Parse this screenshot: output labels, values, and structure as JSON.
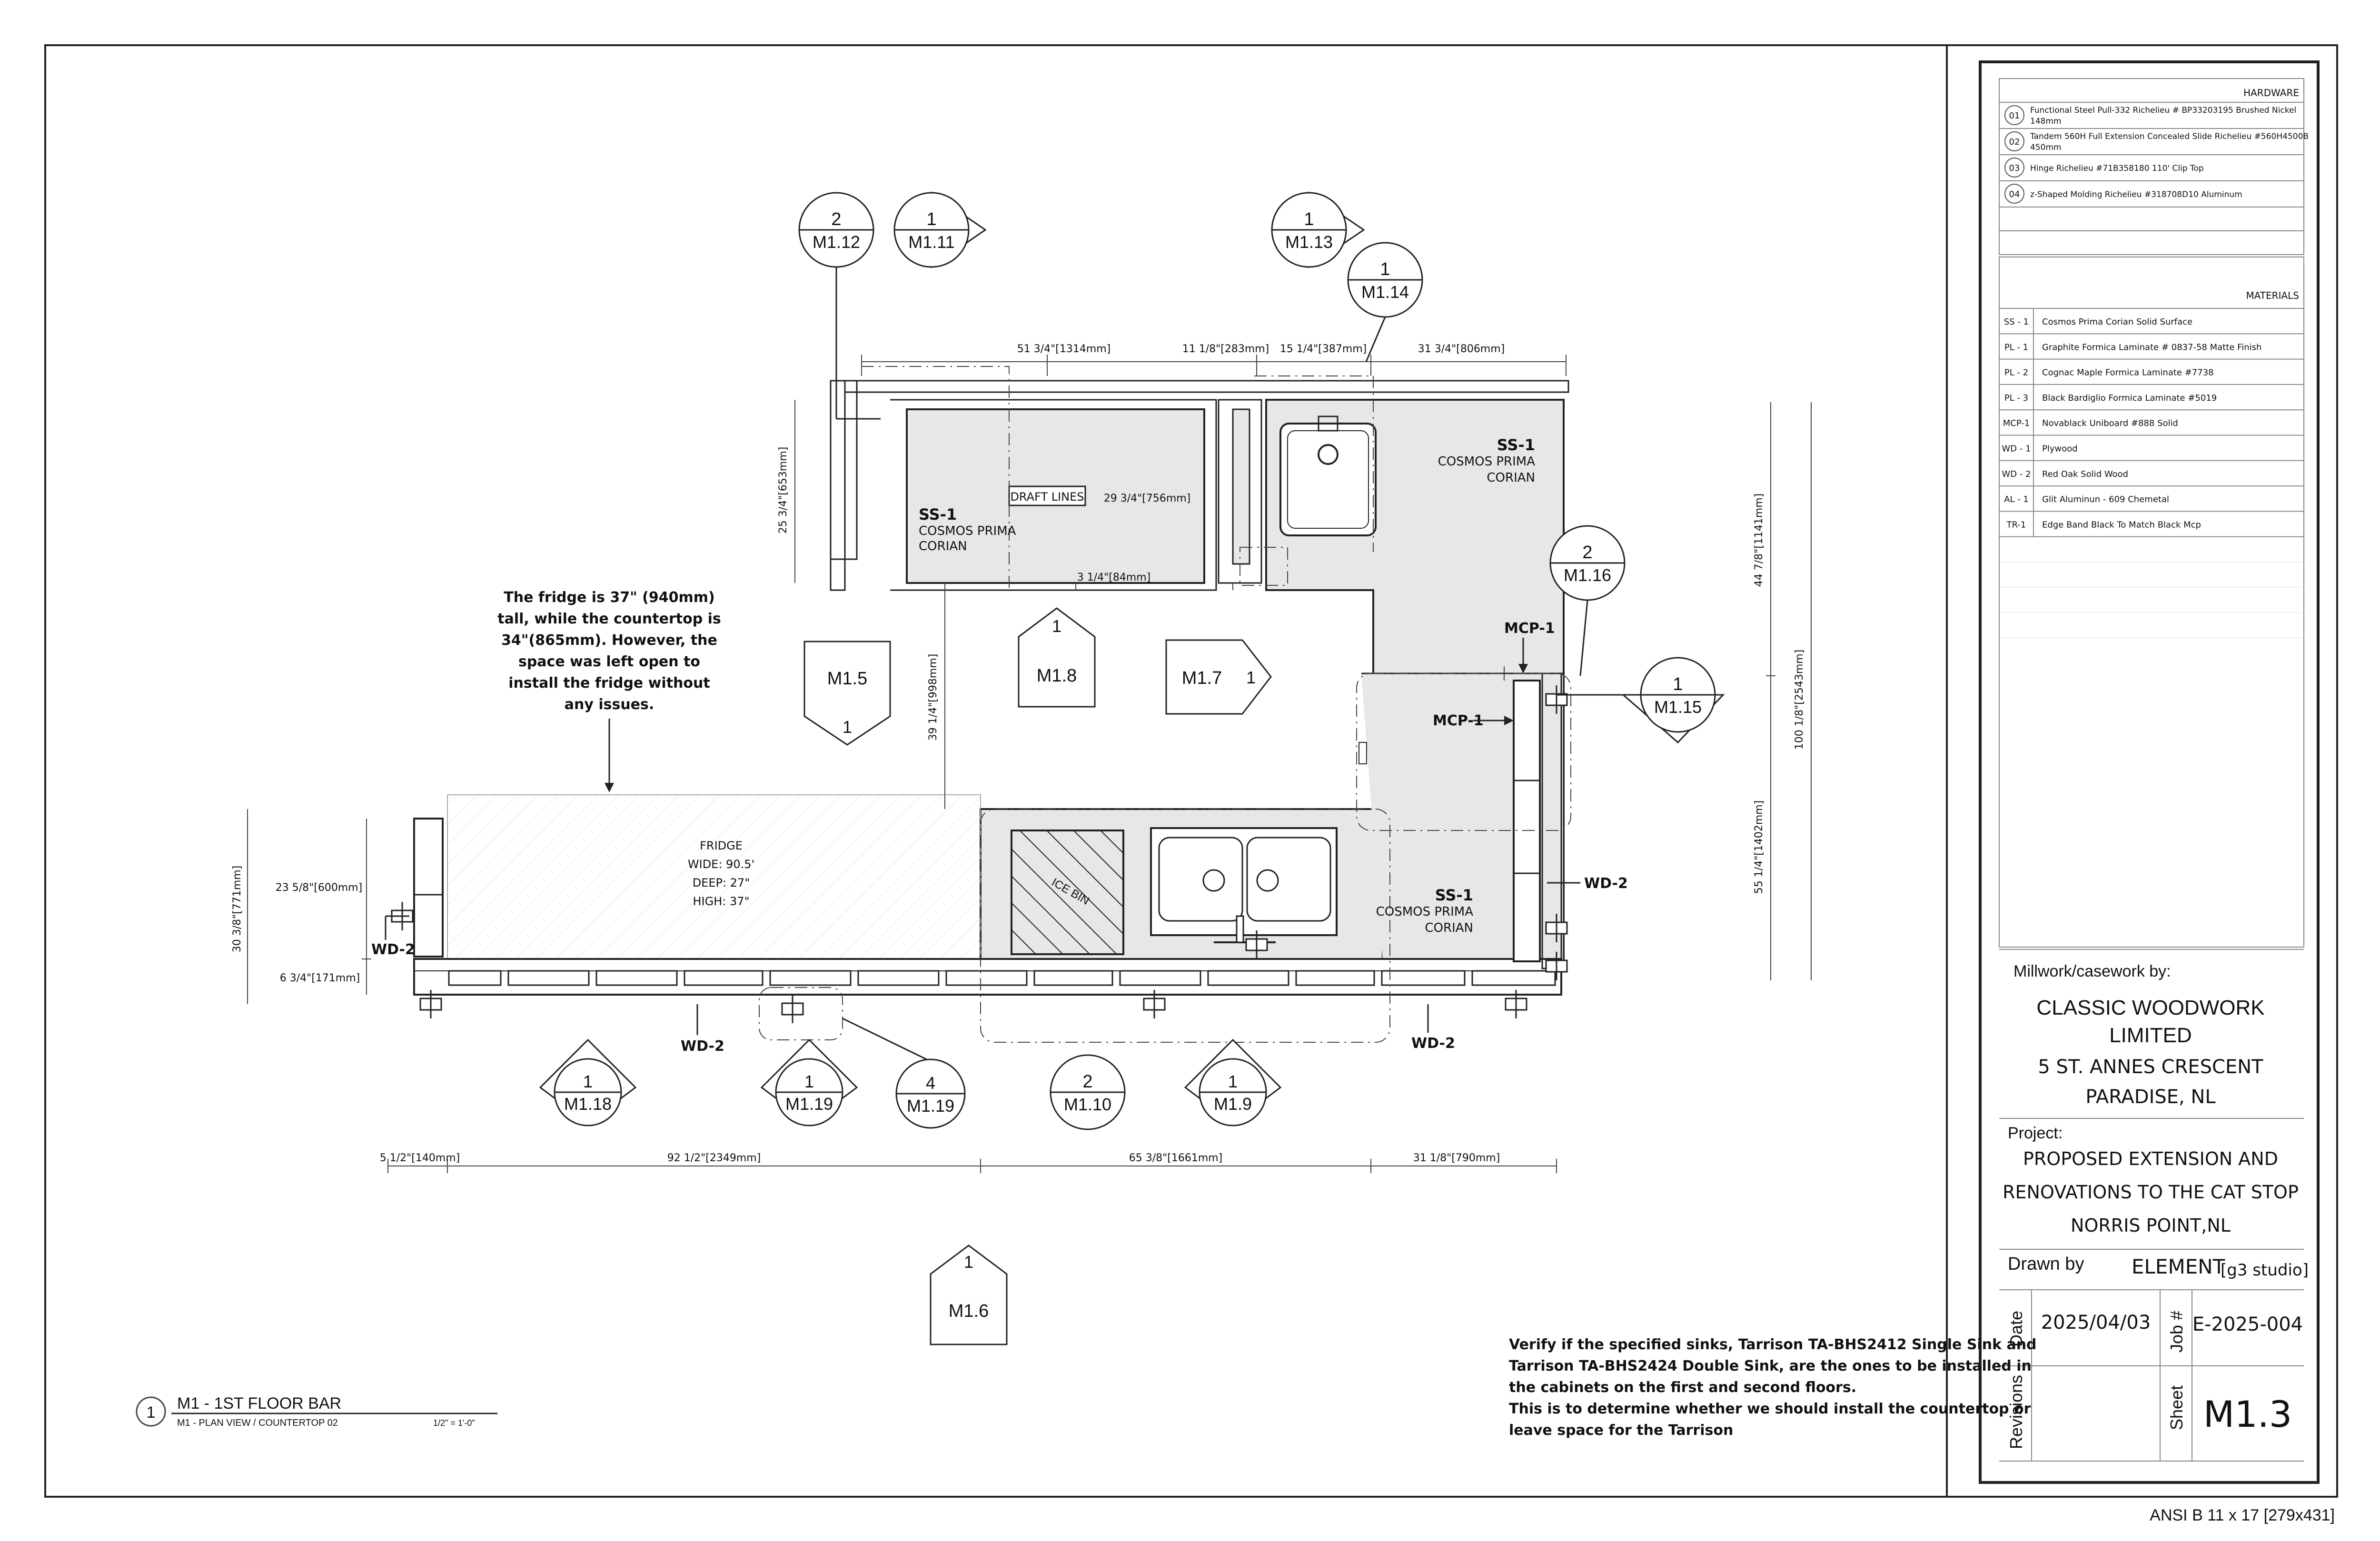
{
  "hardware": {
    "title": "HARDWARE",
    "items": [
      {
        "code": "01",
        "text": "Functional Steel Pull-332 Richelieu # BP33203195 Brushed Nickel",
        "text2": "148mm"
      },
      {
        "code": "02",
        "text": "Tandem 560H Full Extension Concealed Slide Richelieu #560H4500B",
        "text2": "450mm"
      },
      {
        "code": "03",
        "text": "Hinge Richelieu #71B358180 110' Clip Top",
        "text2": ""
      },
      {
        "code": "04",
        "text": "z-Shaped Molding Richelieu #318708D10 Aluminum",
        "text2": ""
      }
    ]
  },
  "materials": {
    "title": "MATERIALS",
    "items": [
      {
        "code": "SS - 1",
        "text": "Cosmos Prima Corian Solid Surface"
      },
      {
        "code": "PL - 1",
        "text": "Graphite Formica Laminate # 0837-58 Matte Finish"
      },
      {
        "code": "PL - 2",
        "text": "Cognac Maple Formica Laminate #7738"
      },
      {
        "code": "PL - 3",
        "text": "Black Bardiglio Formica Laminate #5019"
      },
      {
        "code": "MCP-1",
        "text": "Novablack Uniboard #888 Solid"
      },
      {
        "code": "WD - 1",
        "text": "Plywood"
      },
      {
        "code": "WD - 2",
        "text": "Red Oak Solid Wood"
      },
      {
        "code": "AL - 1",
        "text": "Glit Aluminun - 609 Chemetal"
      },
      {
        "code": "TR-1",
        "text": "Edge Band Black To Match Black Mcp"
      }
    ]
  },
  "titleblock": {
    "millwork_label": "Millwork/casework by:",
    "company_line1": "CLASSIC WOODWORK",
    "company_line2": "LIMITED",
    "address1": "5 ST. ANNES CRESCENT",
    "address2": "PARADISE, NL",
    "project_label": "Project:",
    "project1": "PROPOSED EXTENSION AND",
    "project2": "RENOVATIONS TO THE CAT STOP",
    "project3": "NORRIS POINT,NL",
    "drawn_label": "Drawn by",
    "drawn_value": "ELEMENT",
    "drawn_suffix": "[g3 studio]",
    "date_label": "Date",
    "date_value": "2025/04/03",
    "job_label": "Job #",
    "job_value": "E-2025-004",
    "revisions_label": "Revisions",
    "sheet_label": "Sheet",
    "sheet_value": "M1.3"
  },
  "paper_size": "ANSI B 11 x 17 [279x431]",
  "drawing_title": {
    "number": "1",
    "title": "M1 - 1ST FLOOR BAR",
    "subtitle": "M1 - PLAN VIEW / COUNTERTOP 02",
    "scale": "1/2\" = 1'-0\""
  },
  "notes": {
    "fridge": [
      "The fridge is 37\" (940mm)",
      "tall, while the countertop is",
      "34\"(865mm). However, the",
      "space was left open to",
      "install the fridge without",
      "any issues."
    ],
    "sinks": [
      "Verify if the specified sinks, Tarrison TA-BHS2412 Single Sink and",
      "Tarrison TA-BHS2424 Double Sink, are the ones to be installed in",
      "the cabinets on the first and second floors.",
      "This is to determine whether we should install the countertop or",
      "leave space for the Tarrison"
    ]
  },
  "labels": {
    "ss1_bold": "SS-1",
    "cosmos_prima": "COSMOS PRIMA",
    "corian": "CORIAN",
    "mcp1": "MCP-1",
    "wd2": "WD-2",
    "draft_lines": "DRAFT LINES",
    "ice_bin": "ICE BIN",
    "fridge": "FRIDGE",
    "fridge_wide": "WIDE: 90.5'",
    "fridge_deep": "DEEP: 27\"",
    "fridge_high": "HIGH: 37\""
  },
  "dimensions": {
    "top_1": "51 3/4\"[1314mm]",
    "top_2": "11 1/8\"[283mm]",
    "top_3": "15 1/4\"[387mm]",
    "top_4": "31 3/4\"[806mm]",
    "inner_29": "29 3/4\"[756mm]",
    "inner_3": "3 1/4\"[84mm]",
    "left_25": "25 3/4\"[653mm]",
    "mid_39": "39 1/4\"[998mm]",
    "left_23": "23 5/8\"[600mm]",
    "left_6": "6 3/4\"[171mm]",
    "left_30": "30 3/8\"[771mm]",
    "right_44": "44 7/8\"[1141mm]",
    "right_55": "55 1/4\"[1402mm]",
    "right_100": "100 1/8\"[2543mm]",
    "bottom_1": "5 1/2\"[140mm]",
    "bottom_2": "92 1/2\"[2349mm]",
    "bottom_3": "65 3/8\"[1661mm]",
    "bottom_4": "31 1/8\"[790mm]"
  },
  "callouts": [
    {
      "id": "m112",
      "num": "2",
      "ref": "M1.12"
    },
    {
      "id": "m111",
      "num": "1",
      "ref": "M1.11"
    },
    {
      "id": "m113",
      "num": "1",
      "ref": "M1.13"
    },
    {
      "id": "m114",
      "num": "1",
      "ref": "M1.14"
    },
    {
      "id": "m116",
      "num": "2",
      "ref": "M1.16"
    },
    {
      "id": "m115",
      "num": "1",
      "ref": "M1.15"
    },
    {
      "id": "m15",
      "num": "1",
      "ref": "M1.5"
    },
    {
      "id": "m18",
      "num": "1",
      "ref": "M1.8"
    },
    {
      "id": "m17",
      "num": "1",
      "ref": "M1.7"
    },
    {
      "id": "m118",
      "num": "1",
      "ref": "M1.18"
    },
    {
      "id": "m119a",
      "num": "1",
      "ref": "M1.19"
    },
    {
      "id": "m119b",
      "num": "4",
      "ref": "M1.19"
    },
    {
      "id": "m110",
      "num": "2",
      "ref": "M1.10"
    },
    {
      "id": "m19",
      "num": "1",
      "ref": "M1.9"
    },
    {
      "id": "m16",
      "num": "1",
      "ref": "M1.6"
    }
  ]
}
